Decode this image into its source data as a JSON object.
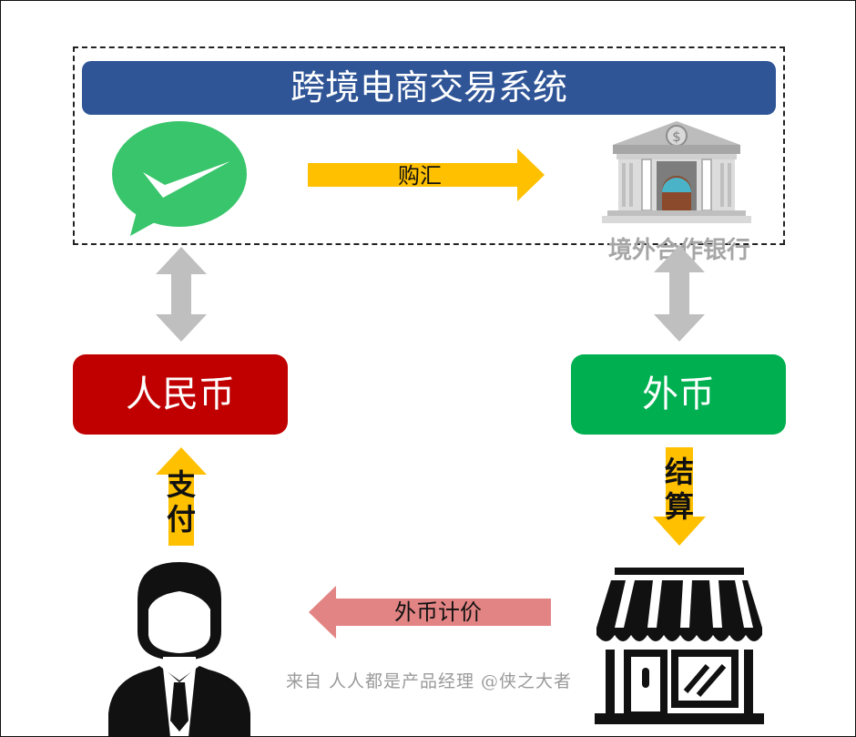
{
  "diagram": {
    "title": "跨境电商交易系统",
    "nodes": {
      "rmb": "人民币",
      "foreign_currency": "外币",
      "bank": "境外合作银行"
    },
    "arrows": {
      "purchase_fx": "购汇",
      "pay": "支付",
      "settle": "结算",
      "fx_pricing": "外币计价"
    },
    "watermark": "来自 人人都是产品经理 @侠之大者",
    "icons": [
      "wechat-icon",
      "bank-icon",
      "person-icon",
      "store-icon"
    ],
    "colors": {
      "banner": "#2f5597",
      "rmb_box": "#c00000",
      "fx_box": "#00b050",
      "gold_arrow": "#ffc000",
      "pink_arrow": "#e38484",
      "gray_arrow": "#bfbfbf",
      "wechat_green": "#39c56b"
    }
  }
}
